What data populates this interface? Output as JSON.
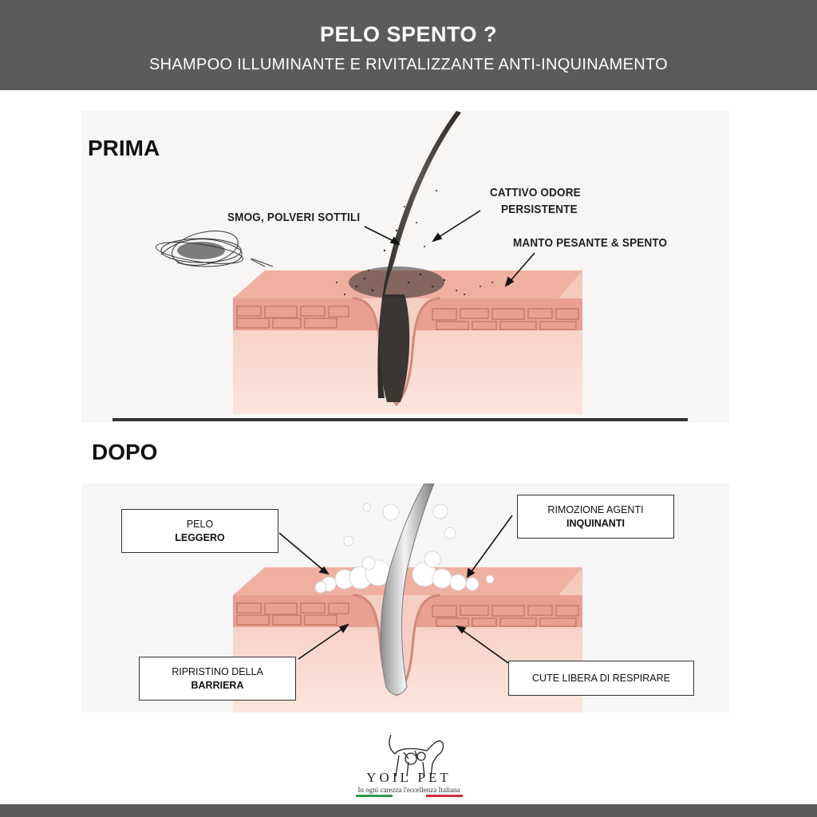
{
  "header": {
    "title": "PELO SPENTO ?",
    "subtitle": "SHAMPOO ILLUMINANTE E RIVITALIZZANTE ANTI-INQUINAMENTO"
  },
  "before": {
    "title": "PRIMA",
    "labels": {
      "smog": "SMOG, POLVERI SOTTILI",
      "odor_line1": "CATTIVO ODORE",
      "odor_line2": "PERSISTENTE",
      "heavy": "MANTO PESANTE & SPENTO"
    }
  },
  "after": {
    "title": "DOPO",
    "boxes": {
      "light_line1": "PELO",
      "light_line2": "LEGGERO",
      "removal_line1": "RIMOZIONE AGENTI",
      "removal_line2": "INQUINANTI",
      "barrier_line1": "RIPRISTINO DELLA",
      "barrier_line2": "BARRIERA",
      "skin": "CUTE LIBERA DI RESPIRARE"
    }
  },
  "brand": {
    "name": "YOIL PET",
    "tagline": "In ogni carezza l'eccellenza Italiana"
  },
  "colors": {
    "header_bg": "#5b5b5b",
    "skin_pink": "#f2b8ab",
    "skin_dark": "#d98a7a",
    "flag_green": "#2e9b47",
    "flag_red": "#d62c35"
  }
}
